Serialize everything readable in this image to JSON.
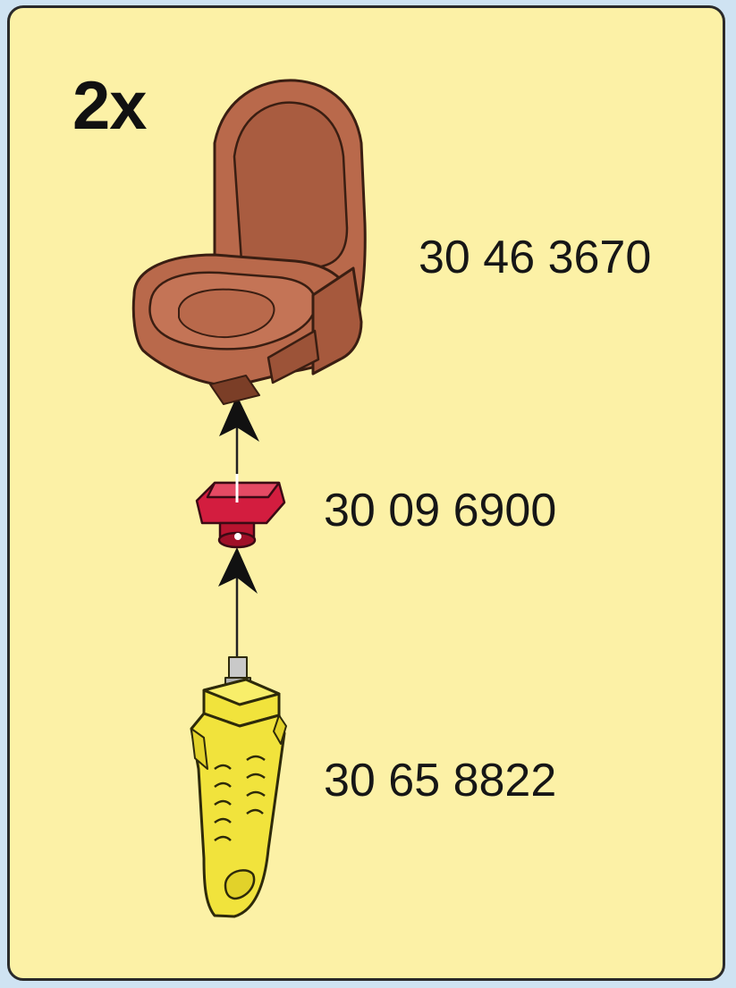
{
  "diagram": {
    "quantity_label": "2x",
    "parts": [
      {
        "part_number": "30 46 3670",
        "icon": "seat-icon",
        "color": "#b9694b"
      },
      {
        "part_number": "30 09 6900",
        "icon": "connector-icon",
        "color": "#d31d3f"
      },
      {
        "part_number": "30 65 8822",
        "icon": "mounting-peg-icon",
        "color": "#f1e33c"
      }
    ],
    "colors": {
      "panel_background": "#fcf1a6",
      "page_background": "#cfe3f2",
      "outline": "#2a2a2a"
    }
  }
}
